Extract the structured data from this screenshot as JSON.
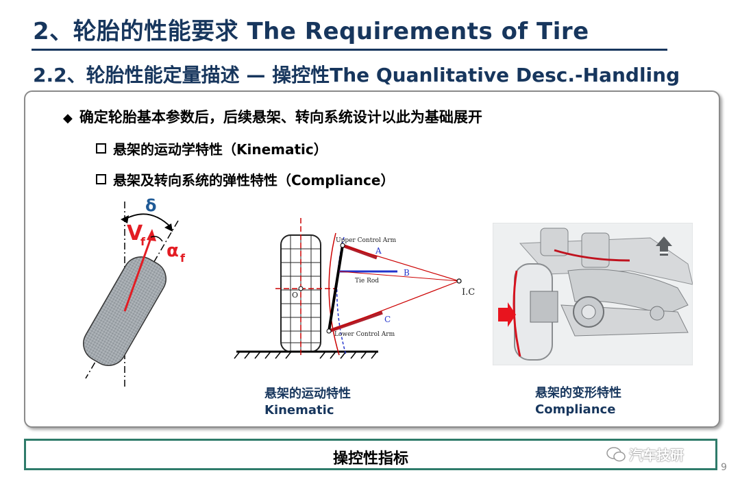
{
  "header": {
    "title": "2、轮胎的性能要求 The Requirements of Tire",
    "subtitle": "2.2、轮胎性能定量描述 — 操控性The Quanlitative Desc.-Handling"
  },
  "content": {
    "main_bullet": "确定轮胎基本参数后，后续悬架、转向系统设计以此为基础展开",
    "sub_bullets": [
      "悬架的运动学特性（Kinematic）",
      "悬架及转向系统的弹性特性（Compliance）"
    ]
  },
  "figures": {
    "tire_angle": {
      "delta": "δ",
      "vf": "V",
      "vf_sub": "f",
      "alpha": "α",
      "alpha_sub": "f"
    },
    "kinematic": {
      "upper_arm": "Upper Control Arm",
      "lower_arm": "Lower Control Arm",
      "tie_rod": "Tie Rod",
      "point_a": "A",
      "point_b": "B",
      "point_c": "C",
      "point_o": "O",
      "ic": "I.C",
      "caption_cn": "悬架的运动特性",
      "caption_en": "Kinematic"
    },
    "compliance": {
      "caption_cn": "悬架的变形特性",
      "caption_en": "Compliance"
    }
  },
  "footer": {
    "label": "操控性指标",
    "watermark": "汽车技研",
    "page": "9"
  }
}
